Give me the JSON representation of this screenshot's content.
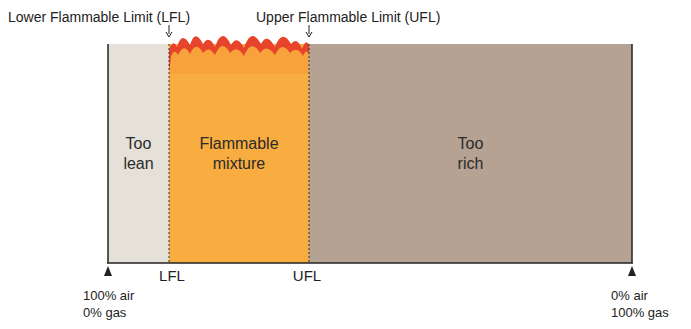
{
  "diagram": {
    "nodes": [
      {
        "text": [
          "Too lean"
        ]
      },
      {
        "text": [
          "Flammable mixture"
        ]
      },
      {
        "text": [
          "Too rich"
        ]
      }
    ],
    "labels": [
      "Lower Flammable Limit (LFL)",
      "Upper Flammable Limit (UFL)",
      "LFL",
      "UFL",
      "100% air 0% gas",
      "0% air 100% gas"
    ]
  }
}
